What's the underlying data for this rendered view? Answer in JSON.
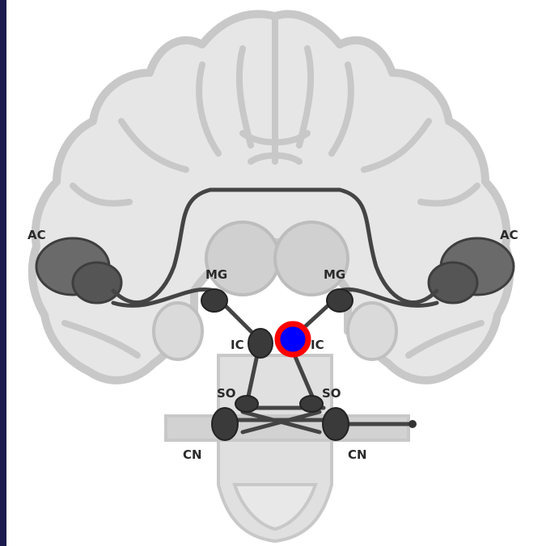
{
  "caption": "",
  "labels": {
    "ac_left": "AC",
    "ac_right": "AC",
    "mg_left": "MG",
    "mg_right": "MG",
    "ic_left": "IC",
    "ic_right": "IC",
    "so_left": "SO",
    "so_right": "SO",
    "cn_left": "CN",
    "cn_right": "CN"
  },
  "colors": {
    "frame": "#1b1a4e",
    "tissue": "#d9d9d9",
    "tissue_outline": "#c4c4c4",
    "pathway": "#444444",
    "marker_ring": "#ff0000",
    "marker_fill": "#0000ff"
  },
  "marker": {
    "shape": "circle",
    "ring_color": "#ff0000",
    "fill_color": "#0000ff"
  }
}
